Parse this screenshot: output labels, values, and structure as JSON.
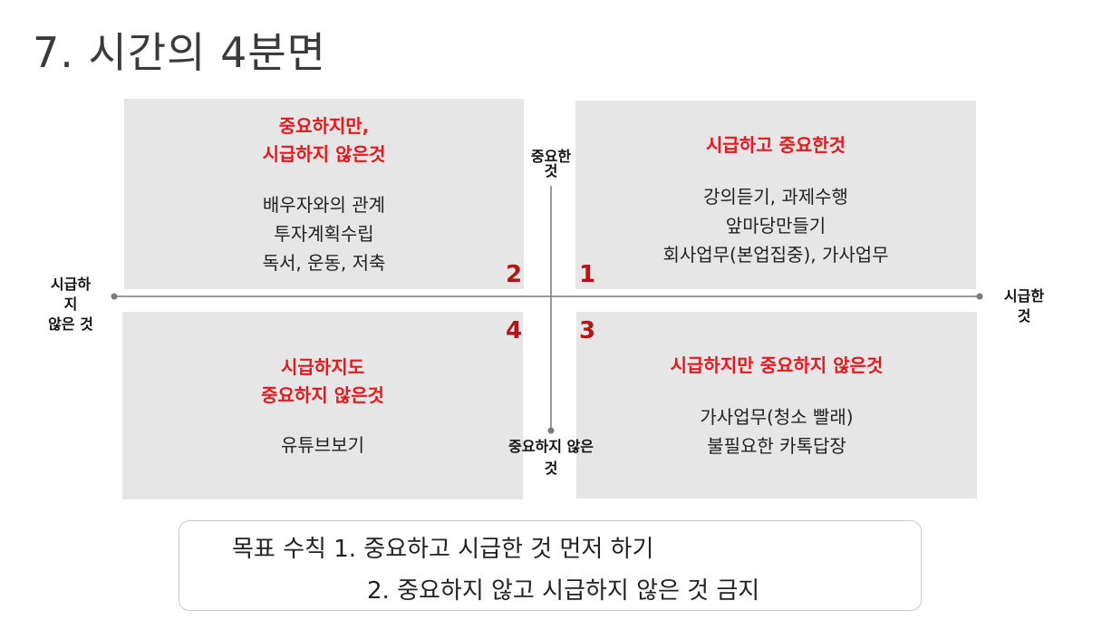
{
  "title": "7. 시간의 4분면",
  "axes": {
    "top_label": [
      "중요한",
      "것"
    ],
    "bottom_label": [
      "중요하지 않은",
      "것"
    ],
    "left_label": [
      "시급하",
      "지",
      "않은 것"
    ],
    "right_label": [
      "시급한",
      "것"
    ]
  },
  "quadrants": [
    {
      "number": "1",
      "title": [
        "시급하고 중요한것"
      ],
      "items": [
        "강의듣기, 과제수행",
        "앞마당만들기",
        "회사업무(본업집중), 가사업무"
      ]
    },
    {
      "number": "2",
      "title": [
        "중요하지만,",
        "시급하지 않은것"
      ],
      "items": [
        "배우자와의 관계",
        "투자계획수립",
        "독서, 운동, 저축"
      ]
    },
    {
      "number": "3",
      "title": [
        "시급하지만 중요하지 않은것"
      ],
      "items": [
        "가사업무(청소 빨래)",
        "불필요한 카톡답장"
      ]
    },
    {
      "number": "4",
      "title": [
        "시급하지도",
        "중요하지 않은것"
      ],
      "items": [
        "유튜브보기"
      ]
    }
  ],
  "goal": {
    "line1": "목표 수칙 1. 중요하고 시급한 것 먼저 하기",
    "line2": "2. 중요하지 않고 시급하지 않은 것 금지"
  },
  "colors": {
    "quadrant_bg": "#e6e6e6",
    "title_red": "#e8171c",
    "number_red": "#b01717",
    "axis": "#7a7a7a"
  }
}
